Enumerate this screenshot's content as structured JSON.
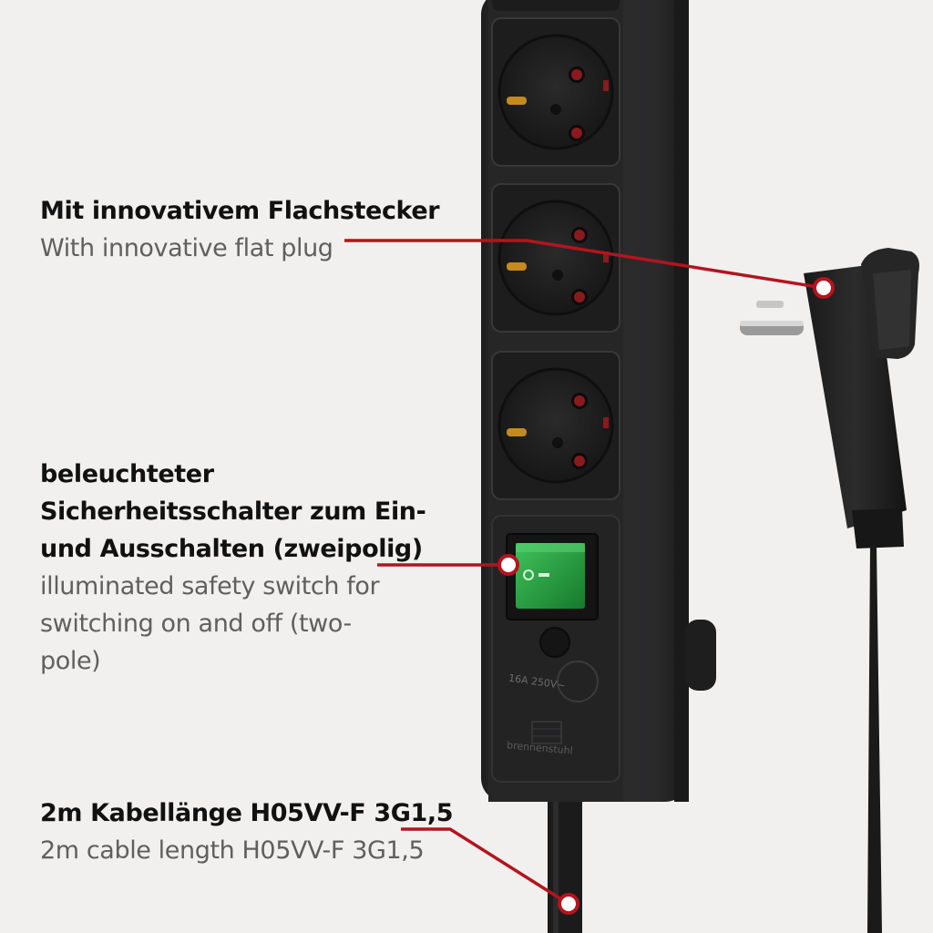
{
  "callouts": {
    "plug": {
      "de": "Mit innovativem Flachstecker",
      "en": "With innovative flat plug"
    },
    "switch": {
      "de_lines": [
        "beleuchteter",
        "Sicherheitsschalter zum Ein-",
        "und Ausschalten (zweipolig)"
      ],
      "en_lines": [
        "illuminated safety switch for",
        "switching on and off (two-",
        "pole)"
      ]
    },
    "cable": {
      "de": "2m Kabellänge H05VV-F 3G1,5",
      "en": "2m cable length H05VV-F 3G1,5"
    }
  },
  "product": {
    "rating_label": "16A 250V~",
    "brand_label": "brennenstuhl"
  },
  "colors": {
    "background": "#f1f0ef",
    "strip_body": "#2b2b2c",
    "socket": "#1f1f20",
    "switch_green": "#1f9a3a",
    "callout_red": "#b4141e",
    "text_primary": "#111111",
    "text_secondary": "#5f5f5f"
  }
}
